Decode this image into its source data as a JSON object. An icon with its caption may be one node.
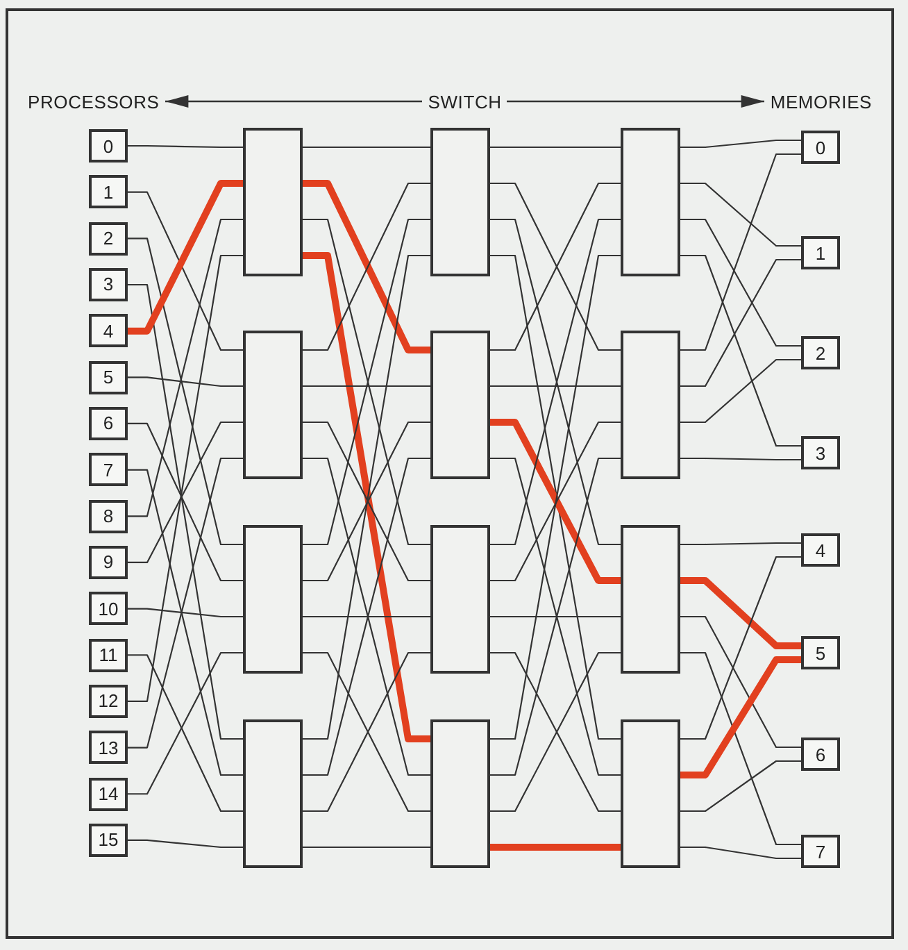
{
  "diagram": {
    "nodes": [
      {
        "text": [
          "0"
        ]
      },
      {
        "text": [
          "1"
        ]
      },
      {
        "text": [
          "2"
        ]
      },
      {
        "text": [
          "3"
        ]
      },
      {
        "text": [
          "4"
        ]
      },
      {
        "text": [
          "5"
        ]
      },
      {
        "text": [
          "6"
        ]
      },
      {
        "text": [
          "7"
        ]
      },
      {
        "text": [
          "8"
        ]
      },
      {
        "text": [
          "9"
        ]
      },
      {
        "text": [
          "10"
        ]
      },
      {
        "text": [
          "11"
        ]
      },
      {
        "text": [
          "12"
        ]
      },
      {
        "text": [
          "13"
        ]
      },
      {
        "text": [
          "14"
        ]
      },
      {
        "text": [
          "15"
        ]
      },
      {
        "text": [],
        "shape": "box"
      },
      {
        "text": [],
        "shape": "box"
      },
      {
        "text": [],
        "shape": "box"
      },
      {
        "text": [],
        "shape": "box"
      },
      {
        "text": [],
        "shape": "box"
      },
      {
        "text": [],
        "shape": "box"
      },
      {
        "text": [],
        "shape": "box"
      },
      {
        "text": [],
        "shape": "box"
      },
      {
        "text": [],
        "shape": "box"
      },
      {
        "text": [],
        "shape": "box"
      },
      {
        "text": [],
        "shape": "box"
      },
      {
        "text": [],
        "shape": "box"
      },
      {
        "text": [
          "0"
        ]
      },
      {
        "text": [
          "1"
        ]
      },
      {
        "text": [
          "2"
        ]
      },
      {
        "text": [
          "3"
        ]
      },
      {
        "text": [
          "4"
        ]
      },
      {
        "text": [
          "5"
        ]
      },
      {
        "text": [
          "6"
        ]
      },
      {
        "text": [
          "7"
        ]
      }
    ],
    "edges": [
      {
        "from": 0,
        "to": 16,
        "arrow": "none"
      },
      {
        "from": 1,
        "to": 17,
        "arrow": "none"
      },
      {
        "from": 2,
        "to": 18,
        "arrow": "none"
      },
      {
        "from": 3,
        "to": 19,
        "arrow": "none"
      },
      {
        "from": 4,
        "to": 16,
        "arrow": "none",
        "style": "thick",
        "color": "#e2401f"
      },
      {
        "from": 5,
        "to": 17,
        "arrow": "none"
      },
      {
        "from": 6,
        "to": 18,
        "arrow": "none"
      },
      {
        "from": 7,
        "to": 19,
        "arrow": "none"
      },
      {
        "from": 8,
        "to": 16,
        "arrow": "none"
      },
      {
        "from": 9,
        "to": 17,
        "arrow": "none"
      },
      {
        "from": 10,
        "to": 18,
        "arrow": "none"
      },
      {
        "from": 11,
        "to": 19,
        "arrow": "none"
      },
      {
        "from": 12,
        "to": 16,
        "arrow": "none"
      },
      {
        "from": 13,
        "to": 17,
        "arrow": "none"
      },
      {
        "from": 14,
        "to": 18,
        "arrow": "none"
      },
      {
        "from": 15,
        "to": 19,
        "arrow": "none"
      },
      {
        "from": 16,
        "to": 20,
        "arrow": "none"
      },
      {
        "from": 16,
        "to": 21,
        "arrow": "none",
        "style": "thick",
        "color": "#e2401f"
      },
      {
        "from": 16,
        "to": 22,
        "arrow": "none"
      },
      {
        "from": 16,
        "to": 23,
        "arrow": "none",
        "style": "thick",
        "color": "#e2401f"
      },
      {
        "from": 17,
        "to": 20,
        "arrow": "none"
      },
      {
        "from": 17,
        "to": 21,
        "arrow": "none"
      },
      {
        "from": 17,
        "to": 22,
        "arrow": "none"
      },
      {
        "from": 17,
        "to": 23,
        "arrow": "none"
      },
      {
        "from": 18,
        "to": 20,
        "arrow": "none"
      },
      {
        "from": 18,
        "to": 21,
        "arrow": "none"
      },
      {
        "from": 18,
        "to": 22,
        "arrow": "none"
      },
      {
        "from": 18,
        "to": 23,
        "arrow": "none"
      },
      {
        "from": 19,
        "to": 20,
        "arrow": "none"
      },
      {
        "from": 19,
        "to": 21,
        "arrow": "none"
      },
      {
        "from": 19,
        "to": 22,
        "arrow": "none"
      },
      {
        "from": 19,
        "to": 23,
        "arrow": "none"
      },
      {
        "from": 20,
        "to": 24,
        "arrow": "none"
      },
      {
        "from": 20,
        "to": 25,
        "arrow": "none"
      },
      {
        "from": 20,
        "to": 26,
        "arrow": "none"
      },
      {
        "from": 20,
        "to": 27,
        "arrow": "none"
      },
      {
        "from": 21,
        "to": 24,
        "arrow": "none"
      },
      {
        "from": 21,
        "to": 25,
        "arrow": "none"
      },
      {
        "from": 21,
        "to": 26,
        "arrow": "none",
        "style": "thick",
        "color": "#e2401f"
      },
      {
        "from": 21,
        "to": 27,
        "arrow": "none"
      },
      {
        "from": 22,
        "to": 24,
        "arrow": "none"
      },
      {
        "from": 22,
        "to": 25,
        "arrow": "none"
      },
      {
        "from": 22,
        "to": 26,
        "arrow": "none"
      },
      {
        "from": 22,
        "to": 27,
        "arrow": "none"
      },
      {
        "from": 23,
        "to": 24,
        "arrow": "none"
      },
      {
        "from": 23,
        "to": 25,
        "arrow": "none"
      },
      {
        "from": 23,
        "to": 26,
        "arrow": "none"
      },
      {
        "from": 23,
        "to": 27,
        "arrow": "none",
        "style": "thick",
        "color": "#e2401f"
      },
      {
        "from": 24,
        "to": 28,
        "arrow": "none"
      },
      {
        "from": 24,
        "to": 29,
        "arrow": "none"
      },
      {
        "from": 24,
        "to": 30,
        "arrow": "none"
      },
      {
        "from": 24,
        "to": 31,
        "arrow": "none"
      },
      {
        "from": 25,
        "to": 28,
        "arrow": "none"
      },
      {
        "from": 25,
        "to": 29,
        "arrow": "none"
      },
      {
        "from": 25,
        "to": 30,
        "arrow": "none"
      },
      {
        "from": 25,
        "to": 31,
        "arrow": "none"
      },
      {
        "from": 26,
        "to": 32,
        "arrow": "none"
      },
      {
        "from": 26,
        "to": 33,
        "arrow": "none",
        "style": "thick",
        "color": "#e2401f"
      },
      {
        "from": 26,
        "to": 34,
        "arrow": "none"
      },
      {
        "from": 26,
        "to": 35,
        "arrow": "none"
      },
      {
        "from": 27,
        "to": 32,
        "arrow": "none"
      },
      {
        "from": 27,
        "to": 33,
        "arrow": "none",
        "style": "thick",
        "color": "#e2401f"
      },
      {
        "from": 27,
        "to": 34,
        "arrow": "none"
      },
      {
        "from": 27,
        "to": 35,
        "arrow": "none"
      }
    ],
    "labels": [
      "PROCESSORS",
      "SWITCH",
      "MEMORIES"
    ]
  }
}
